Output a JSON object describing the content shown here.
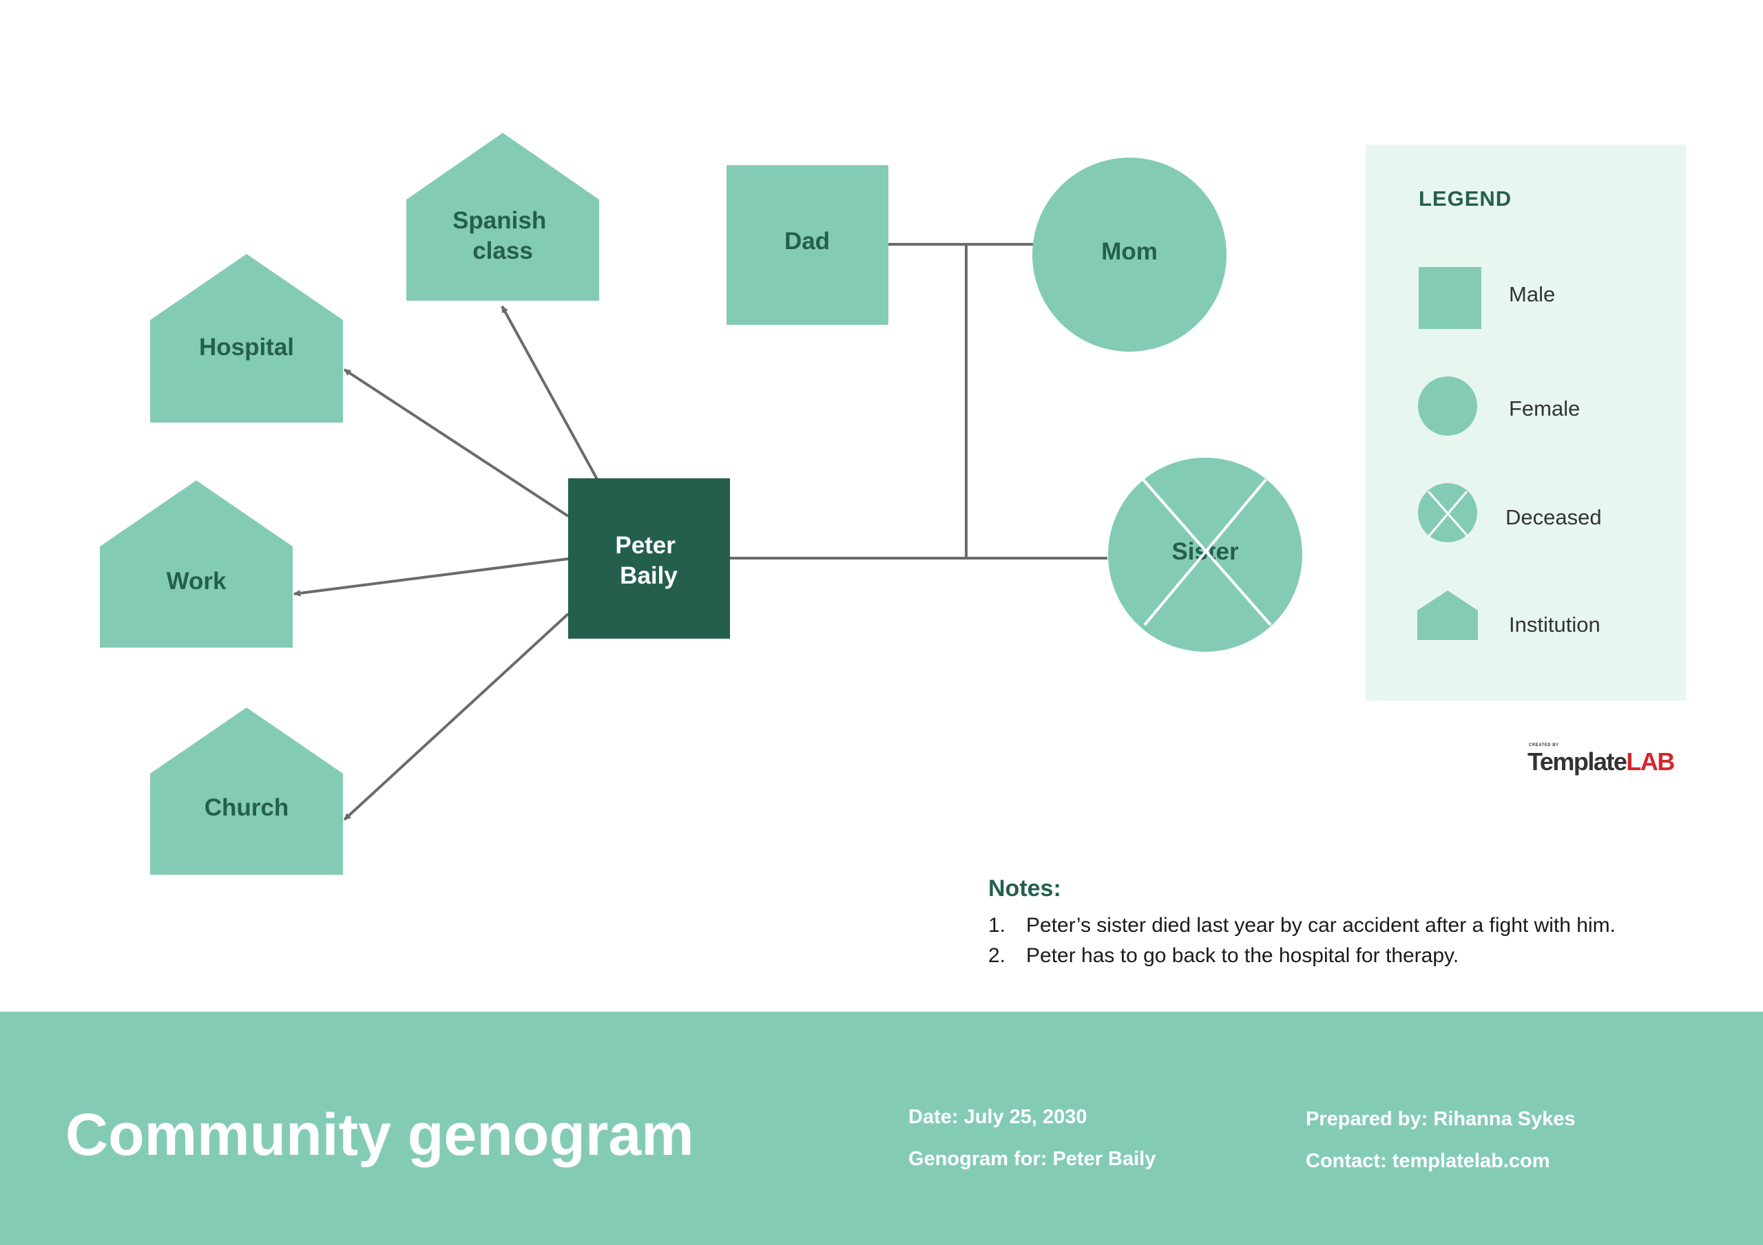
{
  "nodes": {
    "spanish_class": [
      "Spanish",
      "class"
    ],
    "hospital": "Hospital",
    "work": "Work",
    "church": "Church",
    "dad": "Dad",
    "mom": "Mom",
    "peter": [
      "Peter",
      "Baily"
    ],
    "sister": "Sister"
  },
  "legend": {
    "title": "LEGEND",
    "items": [
      {
        "symbol": "square",
        "label": "Male"
      },
      {
        "symbol": "circle",
        "label": "Female"
      },
      {
        "symbol": "crossed-circle",
        "label": "Deceased"
      },
      {
        "symbol": "house",
        "label": "Institution"
      }
    ]
  },
  "brand": {
    "small": "CREATED BY",
    "part1": "Template",
    "part2": "LAB"
  },
  "notes": {
    "title": "Notes:",
    "items": [
      {
        "num": "1.",
        "text": "Peter’s sister died last year by car accident after a fight with him."
      },
      {
        "num": "2.",
        "text": "Peter has to go back to the hospital for therapy."
      }
    ]
  },
  "footer": {
    "title": "Community genogram",
    "date": "Date: July 25, 2030",
    "genogram_for": "Genogram for: Peter Baily",
    "prepared_by": "Prepared by: Rihanna Sykes",
    "contact": "Contact: templatelab.com"
  },
  "colors": {
    "shape_fill": "#84cbb5",
    "subject_fill": "#245f4d",
    "label_text": "#245f4d",
    "line": "#6b6b6b",
    "legend_bg": "#e8f6f0",
    "footer_bg": "#84cbb5",
    "brand_accent": "#d6262c"
  }
}
